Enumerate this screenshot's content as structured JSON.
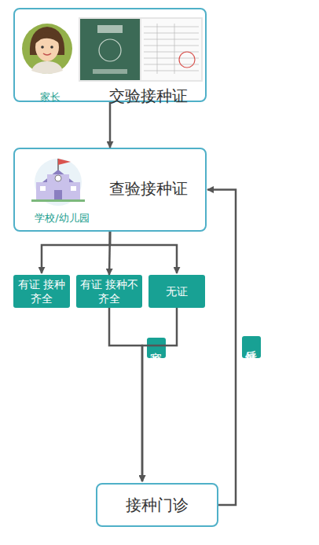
{
  "diagram": {
    "nodes": [
      {
        "text": [
          "家长",
          "交验接种证"
        ]
      },
      {
        "text": [
          "学校/幼儿园",
          "查验接种证"
        ]
      },
      {
        "text": [
          "有证 接种齐全"
        ]
      },
      {
        "text": [
          "有证 接种不齐全"
        ]
      },
      {
        "text": [
          "无证"
        ]
      },
      {
        "text": [
          "接种门诊"
        ]
      }
    ],
    "edges": [
      {
        "from": 0,
        "to": 1,
        "arrow": "to"
      },
      {
        "from": 1,
        "to": 2,
        "arrow": "to"
      },
      {
        "from": 1,
        "to": 3,
        "arrow": "to"
      },
      {
        "from": 1,
        "to": 4,
        "arrow": "to"
      },
      {
        "from": 3,
        "to": 5,
        "arrow": "to"
      },
      {
        "from": 4,
        "to": 5,
        "label": "家长补证或补种",
        "arrow": "to"
      },
      {
        "from": 5,
        "to": 1,
        "label": "反馈补证补种结果",
        "arrow": "to"
      }
    ]
  }
}
